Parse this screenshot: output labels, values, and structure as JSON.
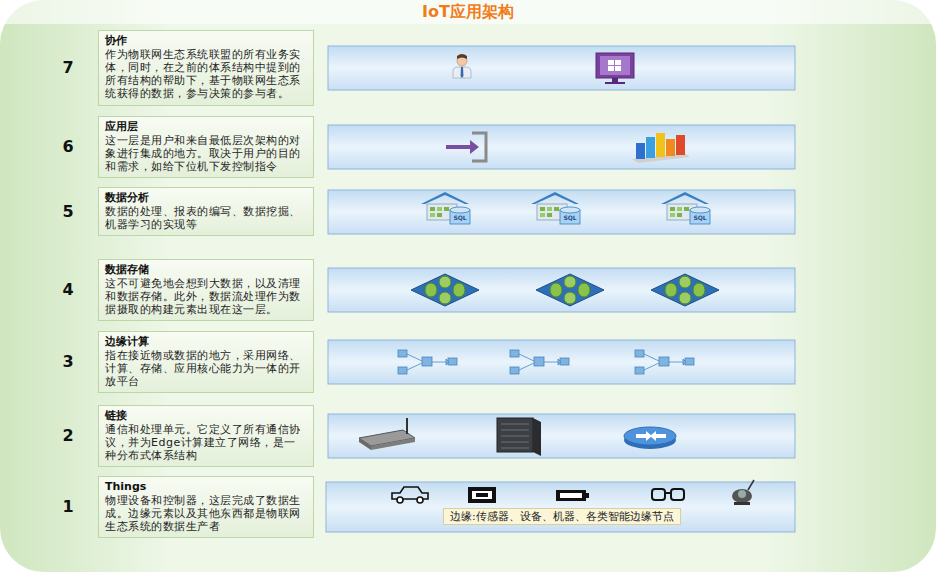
{
  "diagram": {
    "title": "IoT应用架构",
    "nodes": [
      {
        "text": [
          "协作",
          "作为物联网生态系统联盟的所有业务实体，同时，在之前的体系结构中提到的所有结构的帮助下，基于物联网生态系统获得的数据，参与决策的参与者。"
        ]
      },
      {
        "text": [
          "应用层",
          "这一层是用户和来自最低层次架构的对象进行集成的地方。取决于用户的目的和需求，如给下位机下发控制指令"
        ]
      },
      {
        "text": [
          "数据分析",
          "数据的处理、报表的编写、数据挖掘、机器学习的实现等"
        ]
      },
      {
        "text": [
          "数据存储",
          "这不可避免地会想到大数据，以及清理和数据存储。此外，数据流处理作为数据摄取的构建元素出现在这一层。"
        ]
      },
      {
        "text": [
          "边缘计算",
          "指在接近物或数据的地方，采用网络、计算、存储、应用核心能力为一体的开放平台"
        ]
      },
      {
        "text": [
          "链接",
          "通信和处理单元。它定义了所有通信协议，并为Edge计算建立了网络，是一种分布式体系结构"
        ]
      },
      {
        "text": [
          "Things",
          "物理设备和控制器，这层完成了数据生成。边缘元素以及其他东西都是物联网生态系统的数据生产者"
        ]
      },
      {
        "text": [
          "边缘:传感器、设备、机器、各类智能边缘节点"
        ]
      }
    ],
    "labels": [
      "7",
      "6",
      "5",
      "4",
      "3",
      "2",
      "1",
      "SQL",
      "SQL",
      "SQL"
    ]
  }
}
